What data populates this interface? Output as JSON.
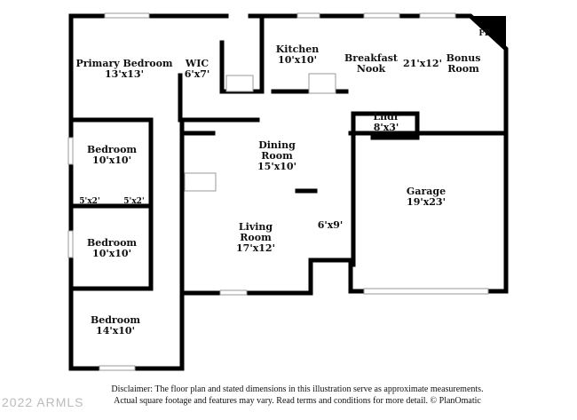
{
  "rooms": {
    "primary": {
      "name": "Primary Bedroom",
      "dim": "13'x13'"
    },
    "wic": {
      "name": "WIC",
      "dim": "6'x7'"
    },
    "kitchen": {
      "name": "Kitchen",
      "dim": "10'x10'"
    },
    "nook": {
      "name": "Breakfast Nook"
    },
    "nook_dim": "21'x12'",
    "bonus": {
      "name": "Bonus Room"
    },
    "fp": "FP",
    "lndr": {
      "name": "Lndr",
      "dim": "8'x3'"
    },
    "bed2": {
      "name": "Bedroom",
      "dim": "10'x10'"
    },
    "dining": {
      "name": "Dining Room",
      "dim": "15'x10'"
    },
    "closet1": "5'x2'",
    "closet2": "5'x2'",
    "garage": {
      "name": "Garage",
      "dim": "19'x23'"
    },
    "bed3": {
      "name": "Bedroom",
      "dim": "10'x10'"
    },
    "living": {
      "name": "Living Room",
      "dim": "17'x12'"
    },
    "foyer": "6'x9'",
    "bed4": {
      "name": "Bedroom",
      "dim": "14'x10'"
    }
  },
  "disclaimer": {
    "line1": "Disclaimer: The floor plan and stated dimensions in this illustration serve as approximate measurements.",
    "line2": "Actual square footage and features may vary. Read terms and conditions for more detail. © PlanOmatic"
  },
  "watermark": "2022 ARMLS"
}
